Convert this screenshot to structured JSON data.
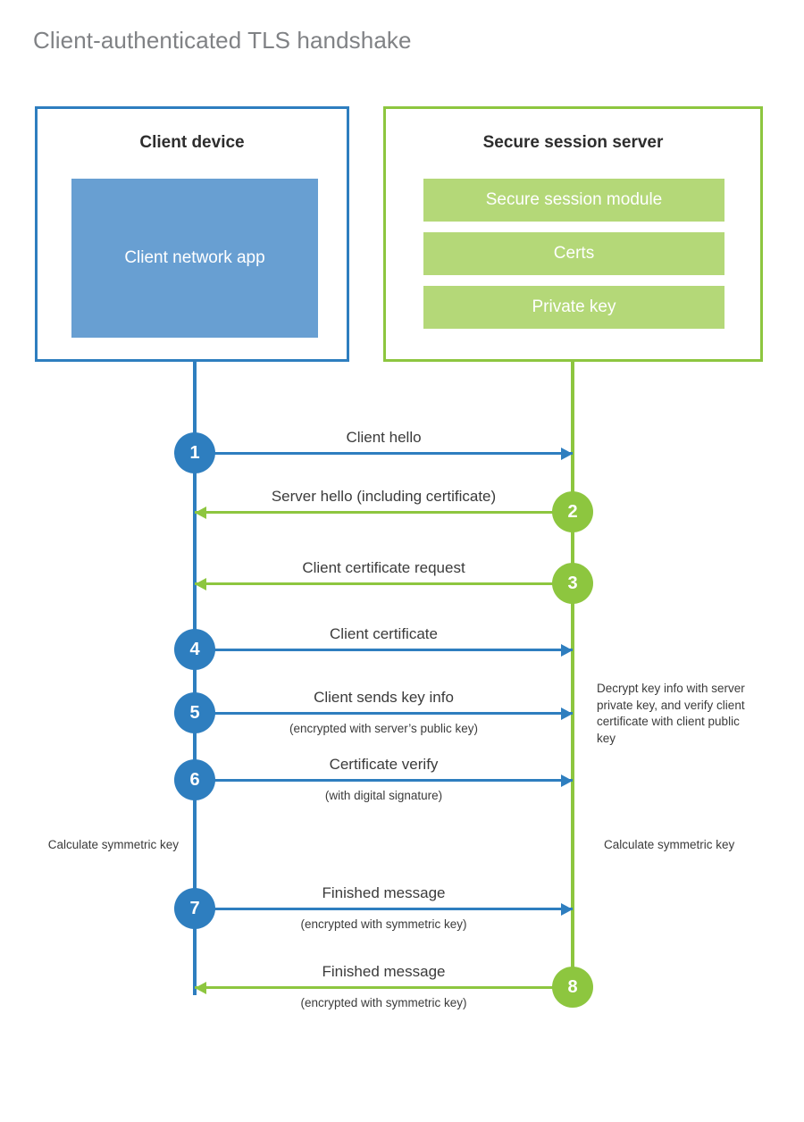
{
  "title": "Client-authenticated TLS handshake",
  "colors": {
    "client_accent": "#2E7EBF",
    "server_accent": "#8DC63F",
    "client_fill": "#689FD2",
    "server_fill": "#B4D878",
    "title_text": "#808285",
    "body_text": "#3b3b3b",
    "background": "#ffffff"
  },
  "client": {
    "title": "Client device",
    "app_label": "Client network app"
  },
  "server": {
    "title": "Secure session server",
    "items": [
      {
        "label": "Secure session module"
      },
      {
        "label": "Certs"
      },
      {
        "label": "Private key"
      }
    ]
  },
  "notes": {
    "server_decrypt": "Decrypt key info with server private key, and verify client certificate with client public key",
    "client_calc": "Calculate symmetric key",
    "server_calc": "Calculate symmetric key"
  },
  "steps": [
    {
      "number": "1",
      "label": "Client hello",
      "sublabel": "",
      "direction": "client-to-server",
      "color": "blue"
    },
    {
      "number": "2",
      "label": "Server hello (including certificate)",
      "sublabel": "",
      "direction": "server-to-client",
      "color": "green"
    },
    {
      "number": "3",
      "label": "Client certificate request",
      "sublabel": "",
      "direction": "server-to-client",
      "color": "green"
    },
    {
      "number": "4",
      "label": "Client certificate",
      "sublabel": "",
      "direction": "client-to-server",
      "color": "blue"
    },
    {
      "number": "5",
      "label": "Client sends key info",
      "sublabel": "(encrypted with server’s public key)",
      "direction": "client-to-server",
      "color": "blue"
    },
    {
      "number": "6",
      "label": "Certificate verify",
      "sublabel": "(with digital signature)",
      "direction": "client-to-server",
      "color": "blue"
    },
    {
      "number": "7",
      "label": "Finished message",
      "sublabel": "(encrypted with symmetric key)",
      "direction": "client-to-server",
      "color": "blue"
    },
    {
      "number": "8",
      "label": "Finished message",
      "sublabel": "(encrypted with symmetric key)",
      "direction": "server-to-client",
      "color": "green"
    }
  ]
}
